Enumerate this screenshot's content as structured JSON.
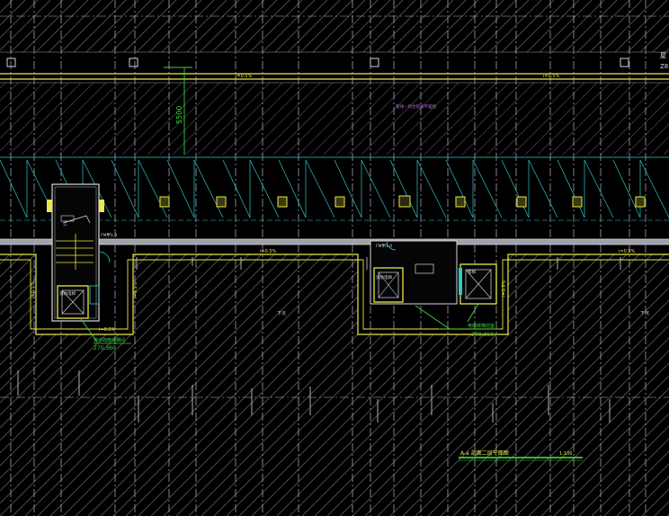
{
  "drawing": {
    "sheet_title": "A-a 剖面二层平面图",
    "scale": "1:100",
    "dimension_5500": "5500",
    "corner_label_top": "屋",
    "corner_label_bottom": "Z8",
    "corridor_note": "管线—综合管廊平面图",
    "slope_labels": [
      "i=0.5%",
      "i=0.5%",
      "i=0.5%",
      "i=0.5%",
      "i=0.5%",
      "i=0.5%",
      "i=0.5%",
      "i=0.5%"
    ],
    "fire_door_labels": [
      "FM甲1.0",
      "FM甲1.0"
    ],
    "room_labels": [
      "下沉",
      "下沉"
    ],
    "left_stair": {
      "callout": "管道疏散楼梯间",
      "elevation": "270.360",
      "cabinet": "消防电梯"
    },
    "right_stair": {
      "callout": "电梯候梯前室",
      "elevation": "270.360",
      "cabinet_left": "消防电梯",
      "cabinet_right": "客梯"
    },
    "up_label": "上"
  },
  "colors": {
    "background": "#000000",
    "grid_white": "#c8c8d0",
    "yellow": "#e8e84a",
    "cyan": "#2ec8c8",
    "green": "#3cd23c",
    "gray": "#9a9aa0",
    "hatch": "#6a6a70"
  }
}
